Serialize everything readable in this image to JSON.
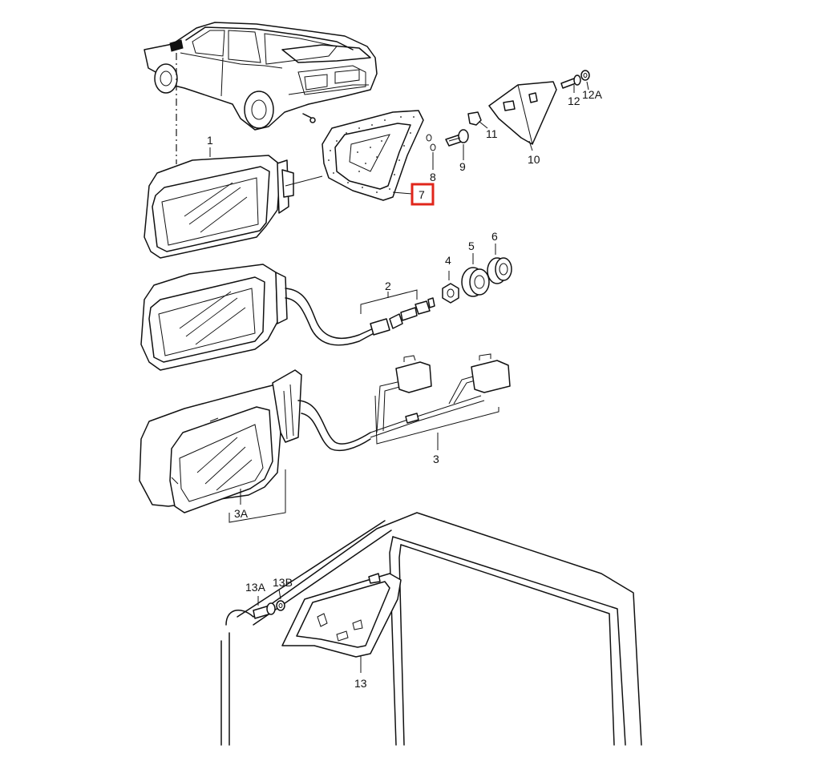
{
  "diagram": {
    "highlight_color": "#e0261b",
    "callouts": [
      {
        "id": "1",
        "text": "1"
      },
      {
        "id": "2",
        "text": "2"
      },
      {
        "id": "3",
        "text": "3"
      },
      {
        "id": "3A",
        "text": "3A"
      },
      {
        "id": "4",
        "text": "4"
      },
      {
        "id": "5",
        "text": "5"
      },
      {
        "id": "6",
        "text": "6"
      },
      {
        "id": "7",
        "text": "7",
        "highlighted": true
      },
      {
        "id": "8",
        "text": "8"
      },
      {
        "id": "9",
        "text": "9"
      },
      {
        "id": "10",
        "text": "10"
      },
      {
        "id": "11",
        "text": "11"
      },
      {
        "id": "12",
        "text": "12"
      },
      {
        "id": "12A",
        "text": "12A"
      },
      {
        "id": "13",
        "text": "13"
      },
      {
        "id": "13A",
        "text": "13A"
      },
      {
        "id": "13B",
        "text": "13B"
      }
    ]
  }
}
